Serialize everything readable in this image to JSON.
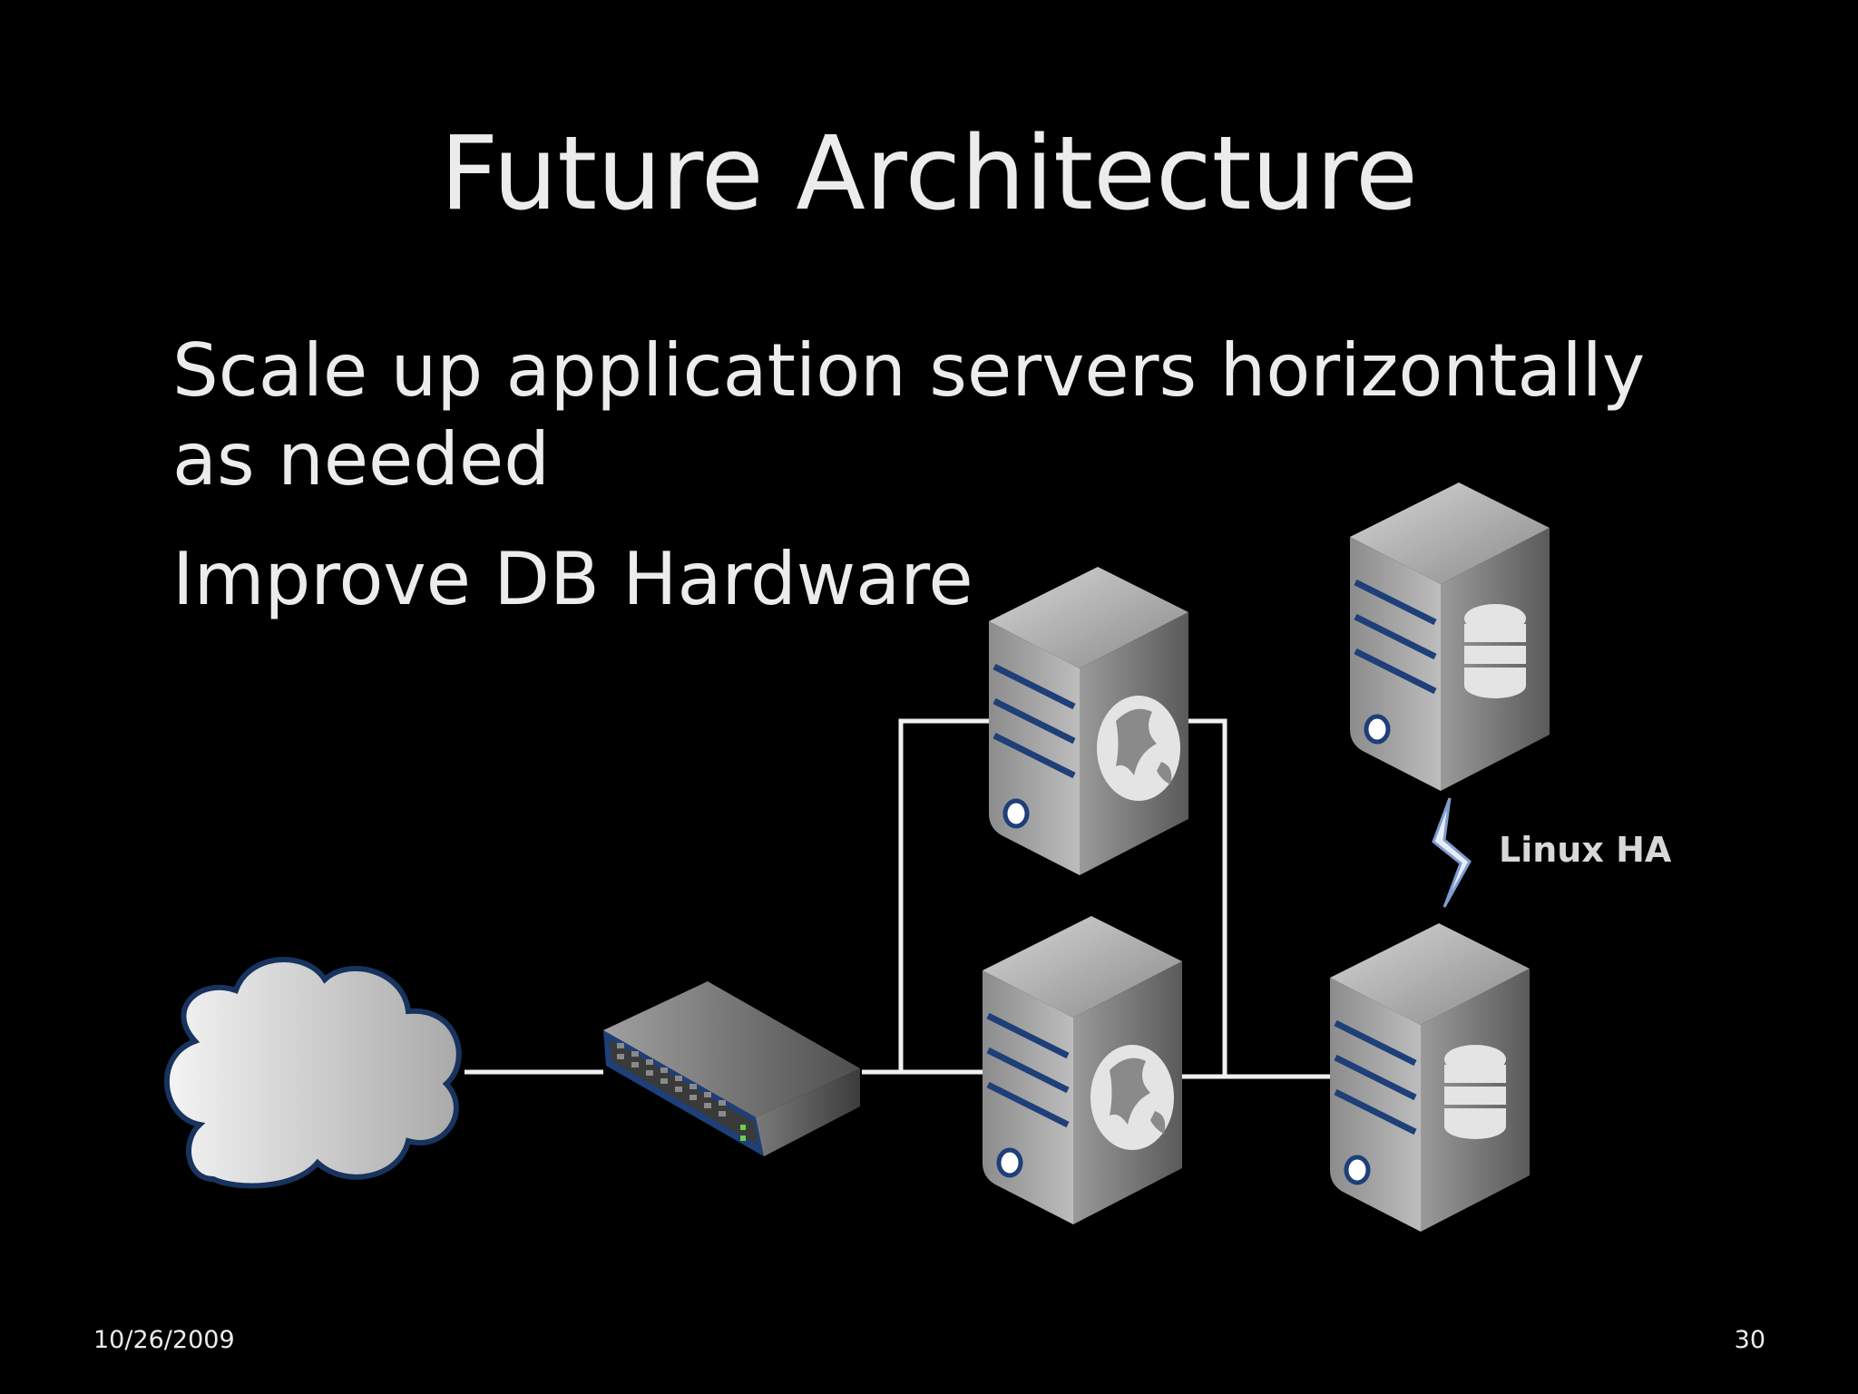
{
  "slide": {
    "title": "Future Architecture",
    "bullets": [
      "Scale up application servers horizontally as needed",
      "Improve DB Hardware"
    ],
    "footer_date": "10/26/2009",
    "page_number": "30"
  },
  "diagram": {
    "ha_label": "Linux HA",
    "nodes": [
      "cloud-icon",
      "switch-icon",
      "web-server-icon",
      "web-server-icon",
      "database-server-icon",
      "database-server-icon"
    ],
    "colors": {
      "background": "#000000",
      "text": "#ececec",
      "server_stripe": "#1e3f78",
      "connection_line": "#f0f0f0"
    }
  }
}
